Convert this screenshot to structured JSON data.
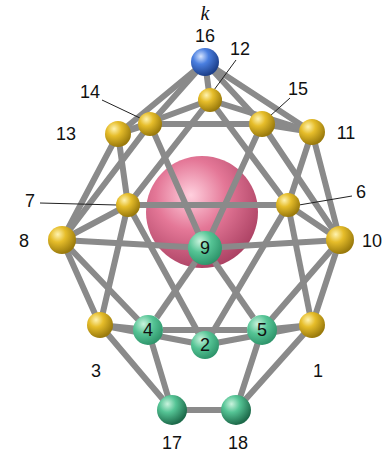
{
  "diagram": {
    "nodes": [
      {
        "text": [
          "9"
        ]
      },
      {
        "text": [
          "4"
        ]
      },
      {
        "text": [
          "2"
        ]
      },
      {
        "text": [
          "5"
        ]
      }
    ],
    "edges": [
      {
        "from": 0,
        "to": 1,
        "arrow": "none"
      },
      {
        "from": 0,
        "to": 3,
        "arrow": "none"
      },
      {
        "from": 1,
        "to": 3,
        "arrow": "none"
      }
    ],
    "labels": [
      "k",
      "16",
      "12",
      "14",
      "15",
      "13",
      "11",
      "7",
      "6",
      "8",
      "10",
      "3",
      "1",
      "17",
      "18"
    ]
  }
}
